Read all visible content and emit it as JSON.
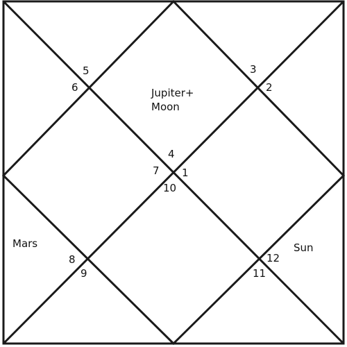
{
  "chart": {
    "line_color": "#1a1a1a",
    "background": "#ffffff",
    "houses": [
      {
        "number": "1",
        "planets": ""
      },
      {
        "number": "2",
        "planets": ""
      },
      {
        "number": "3",
        "planets": ""
      },
      {
        "number": "4",
        "planets": "Jupiter+\nMoon"
      },
      {
        "number": "5",
        "planets": ""
      },
      {
        "number": "6",
        "planets": ""
      },
      {
        "number": "7",
        "planets": ""
      },
      {
        "number": "8",
        "planets": ""
      },
      {
        "number": "9",
        "planets": ""
      },
      {
        "number": "10",
        "planets": "Mars"
      },
      {
        "number": "11",
        "planets": ""
      },
      {
        "number": "12",
        "planets": "Sun"
      }
    ]
  }
}
